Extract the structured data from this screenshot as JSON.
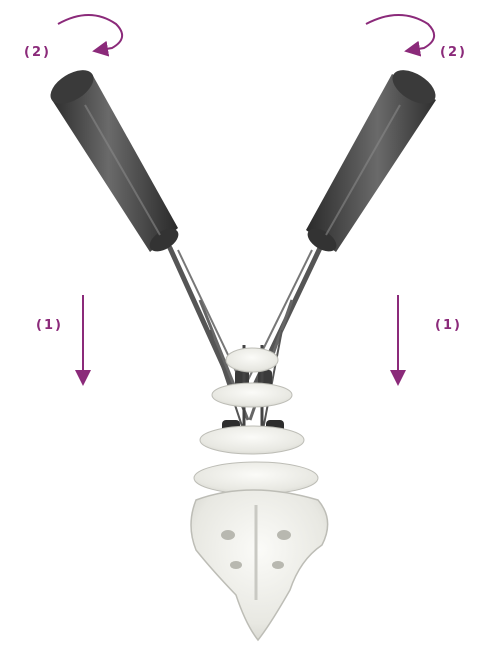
{
  "annotations": {
    "rotate_left": "(2)",
    "rotate_right": "(2)",
    "push_left": "(1)",
    "push_right": "(1)"
  },
  "colors": {
    "annotation": "#8b2a7a",
    "handle": "#4a4a4a",
    "handle_dark": "#2e2e2e",
    "shaft": "#555555",
    "bone": "#eeeeea",
    "bone_shade": "#c9c9c3"
  },
  "icons": {
    "rotation": "curved-arrow-icon",
    "push": "down-arrow-icon"
  }
}
